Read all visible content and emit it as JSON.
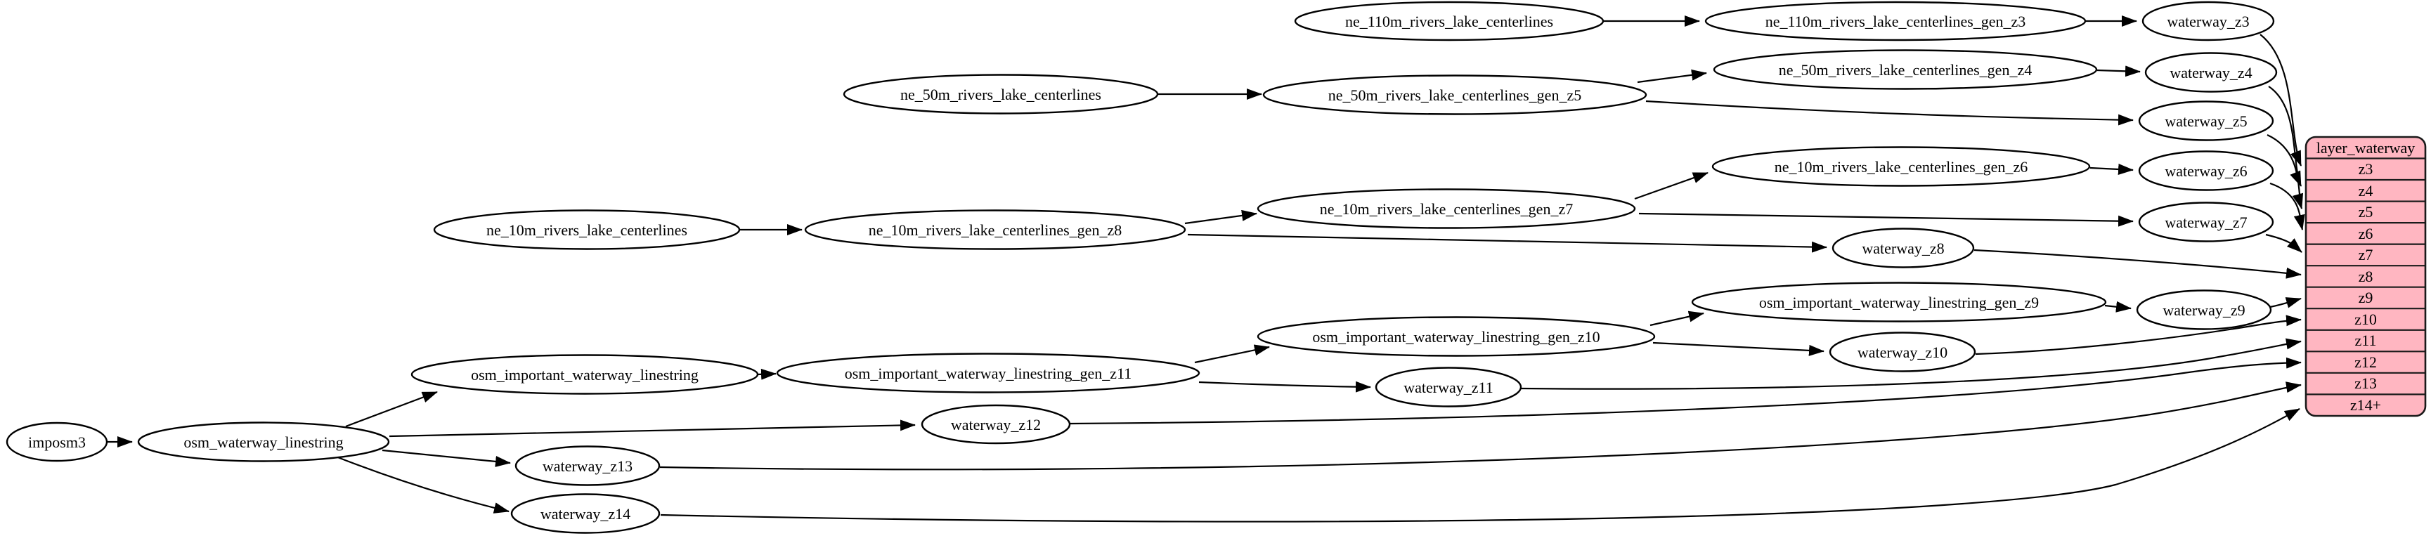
{
  "diagram": {
    "kind": "graphviz-flow-diagram",
    "colors": {
      "background": "#ffffff",
      "node_fill": "#ffffff",
      "node_stroke": "#000000",
      "edge": "#000000",
      "table_fill": "#ffb6c1",
      "table_stroke": "#1a1a1a"
    },
    "nodes": {
      "imposm3": {
        "label": "imposm3"
      },
      "osm_waterway_linestring": {
        "label": "osm_waterway_linestring"
      },
      "osm_important_waterway_linestring": {
        "label": "osm_important_waterway_linestring"
      },
      "osm_important_waterway_linestring_gen_z11": {
        "label": "osm_important_waterway_linestring_gen_z11"
      },
      "osm_important_waterway_linestring_gen_z10": {
        "label": "osm_important_waterway_linestring_gen_z10"
      },
      "osm_important_waterway_linestring_gen_z9": {
        "label": "osm_important_waterway_linestring_gen_z9"
      },
      "ne_110m_rivers_lake_centerlines": {
        "label": "ne_110m_rivers_lake_centerlines"
      },
      "ne_110m_rivers_lake_centerlines_gen_z3": {
        "label": "ne_110m_rivers_lake_centerlines_gen_z3"
      },
      "ne_50m_rivers_lake_centerlines": {
        "label": "ne_50m_rivers_lake_centerlines"
      },
      "ne_50m_rivers_lake_centerlines_gen_z5": {
        "label": "ne_50m_rivers_lake_centerlines_gen_z5"
      },
      "ne_50m_rivers_lake_centerlines_gen_z4": {
        "label": "ne_50m_rivers_lake_centerlines_gen_z4"
      },
      "ne_10m_rivers_lake_centerlines": {
        "label": "ne_10m_rivers_lake_centerlines"
      },
      "ne_10m_rivers_lake_centerlines_gen_z8": {
        "label": "ne_10m_rivers_lake_centerlines_gen_z8"
      },
      "ne_10m_rivers_lake_centerlines_gen_z7": {
        "label": "ne_10m_rivers_lake_centerlines_gen_z7"
      },
      "ne_10m_rivers_lake_centerlines_gen_z6": {
        "label": "ne_10m_rivers_lake_centerlines_gen_z6"
      },
      "waterway_z3": {
        "label": "waterway_z3"
      },
      "waterway_z4": {
        "label": "waterway_z4"
      },
      "waterway_z5": {
        "label": "waterway_z5"
      },
      "waterway_z6": {
        "label": "waterway_z6"
      },
      "waterway_z7": {
        "label": "waterway_z7"
      },
      "waterway_z8": {
        "label": "waterway_z8"
      },
      "waterway_z9": {
        "label": "waterway_z9"
      },
      "waterway_z10": {
        "label": "waterway_z10"
      },
      "waterway_z11": {
        "label": "waterway_z11"
      },
      "waterway_z12": {
        "label": "waterway_z12"
      },
      "waterway_z13": {
        "label": "waterway_z13"
      },
      "waterway_z14": {
        "label": "waterway_z14"
      }
    },
    "layer_table": {
      "title": "layer_waterway",
      "rows": [
        "z3",
        "z4",
        "z5",
        "z6",
        "z7",
        "z8",
        "z9",
        "z10",
        "z11",
        "z12",
        "z13",
        "z14+"
      ]
    },
    "edges": [
      {
        "from": "imposm3",
        "to": "osm_waterway_linestring"
      },
      {
        "from": "osm_waterway_linestring",
        "to": "osm_important_waterway_linestring"
      },
      {
        "from": "osm_waterway_linestring",
        "to": "waterway_z12"
      },
      {
        "from": "osm_waterway_linestring",
        "to": "waterway_z13"
      },
      {
        "from": "osm_waterway_linestring",
        "to": "waterway_z14"
      },
      {
        "from": "osm_important_waterway_linestring",
        "to": "osm_important_waterway_linestring_gen_z11"
      },
      {
        "from": "osm_important_waterway_linestring_gen_z11",
        "to": "osm_important_waterway_linestring_gen_z10"
      },
      {
        "from": "osm_important_waterway_linestring_gen_z11",
        "to": "waterway_z11"
      },
      {
        "from": "osm_important_waterway_linestring_gen_z10",
        "to": "osm_important_waterway_linestring_gen_z9"
      },
      {
        "from": "osm_important_waterway_linestring_gen_z10",
        "to": "waterway_z10"
      },
      {
        "from": "osm_important_waterway_linestring_gen_z9",
        "to": "waterway_z9"
      },
      {
        "from": "ne_110m_rivers_lake_centerlines",
        "to": "ne_110m_rivers_lake_centerlines_gen_z3"
      },
      {
        "from": "ne_110m_rivers_lake_centerlines_gen_z3",
        "to": "waterway_z3"
      },
      {
        "from": "ne_50m_rivers_lake_centerlines",
        "to": "ne_50m_rivers_lake_centerlines_gen_z5"
      },
      {
        "from": "ne_50m_rivers_lake_centerlines_gen_z5",
        "to": "ne_50m_rivers_lake_centerlines_gen_z4"
      },
      {
        "from": "ne_50m_rivers_lake_centerlines_gen_z5",
        "to": "waterway_z5"
      },
      {
        "from": "ne_50m_rivers_lake_centerlines_gen_z4",
        "to": "waterway_z4"
      },
      {
        "from": "ne_10m_rivers_lake_centerlines",
        "to": "ne_10m_rivers_lake_centerlines_gen_z8"
      },
      {
        "from": "ne_10m_rivers_lake_centerlines_gen_z8",
        "to": "ne_10m_rivers_lake_centerlines_gen_z7"
      },
      {
        "from": "ne_10m_rivers_lake_centerlines_gen_z8",
        "to": "waterway_z8"
      },
      {
        "from": "ne_10m_rivers_lake_centerlines_gen_z7",
        "to": "ne_10m_rivers_lake_centerlines_gen_z6"
      },
      {
        "from": "ne_10m_rivers_lake_centerlines_gen_z7",
        "to": "waterway_z7"
      },
      {
        "from": "ne_10m_rivers_lake_centerlines_gen_z6",
        "to": "waterway_z6"
      },
      {
        "from": "waterway_z3",
        "to": "layer_waterway:z3"
      },
      {
        "from": "waterway_z4",
        "to": "layer_waterway:z4"
      },
      {
        "from": "waterway_z5",
        "to": "layer_waterway:z5"
      },
      {
        "from": "waterway_z6",
        "to": "layer_waterway:z6"
      },
      {
        "from": "waterway_z7",
        "to": "layer_waterway:z7"
      },
      {
        "from": "waterway_z8",
        "to": "layer_waterway:z8"
      },
      {
        "from": "waterway_z9",
        "to": "layer_waterway:z9"
      },
      {
        "from": "waterway_z10",
        "to": "layer_waterway:z10"
      },
      {
        "from": "waterway_z11",
        "to": "layer_waterway:z11"
      },
      {
        "from": "waterway_z12",
        "to": "layer_waterway:z12"
      },
      {
        "from": "waterway_z13",
        "to": "layer_waterway:z13"
      },
      {
        "from": "waterway_z14",
        "to": "layer_waterway:z14+"
      }
    ]
  }
}
